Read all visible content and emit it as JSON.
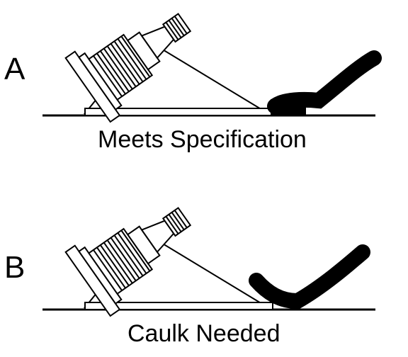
{
  "panels": [
    {
      "letter": "A",
      "caption": "Meets Specification"
    },
    {
      "letter": "B",
      "caption": "Caulk Needed"
    }
  ],
  "colors": {
    "ink": "#000000",
    "background": "#ffffff"
  }
}
